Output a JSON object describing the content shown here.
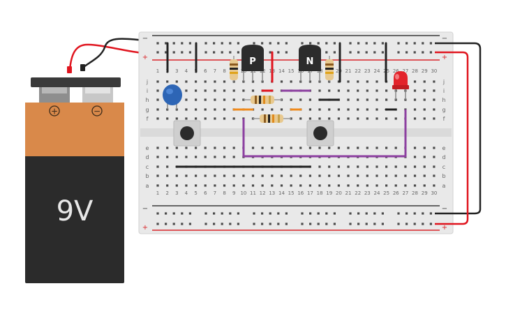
{
  "battery": {
    "voltage_label": "9V",
    "plus_symbol": "+",
    "minus_symbol": "−"
  },
  "breadboard": {
    "column_numbers": [
      "1",
      "2",
      "3",
      "4",
      "5",
      "6",
      "7",
      "8",
      "9",
      "10",
      "11",
      "12",
      "13",
      "14",
      "15",
      "16",
      "17",
      "18",
      "19",
      "20",
      "21",
      "22",
      "23",
      "24",
      "25",
      "26",
      "27",
      "28",
      "29",
      "30"
    ],
    "top_rows": [
      "j",
      "i",
      "h",
      "g",
      "f"
    ],
    "bottom_rows": [
      "e",
      "d",
      "c",
      "b",
      "a"
    ],
    "rail_minus": "−",
    "rail_plus": "+"
  },
  "components": {
    "pnp_label": "P",
    "npn_label": "N"
  },
  "colors": {
    "battery_top": "#d9894a",
    "battery_body": "#2b2b2b",
    "board": "#e9e9e9",
    "rail_red": "#d9262b",
    "rail_black": "#3a3a3a",
    "wire_red": "#e0141e",
    "wire_black": "#222222",
    "jumper_purple": "#8c3fa0",
    "jumper_orange": "#f08a1c",
    "capacitor": "#2d65b5",
    "led": "#e3232b"
  }
}
